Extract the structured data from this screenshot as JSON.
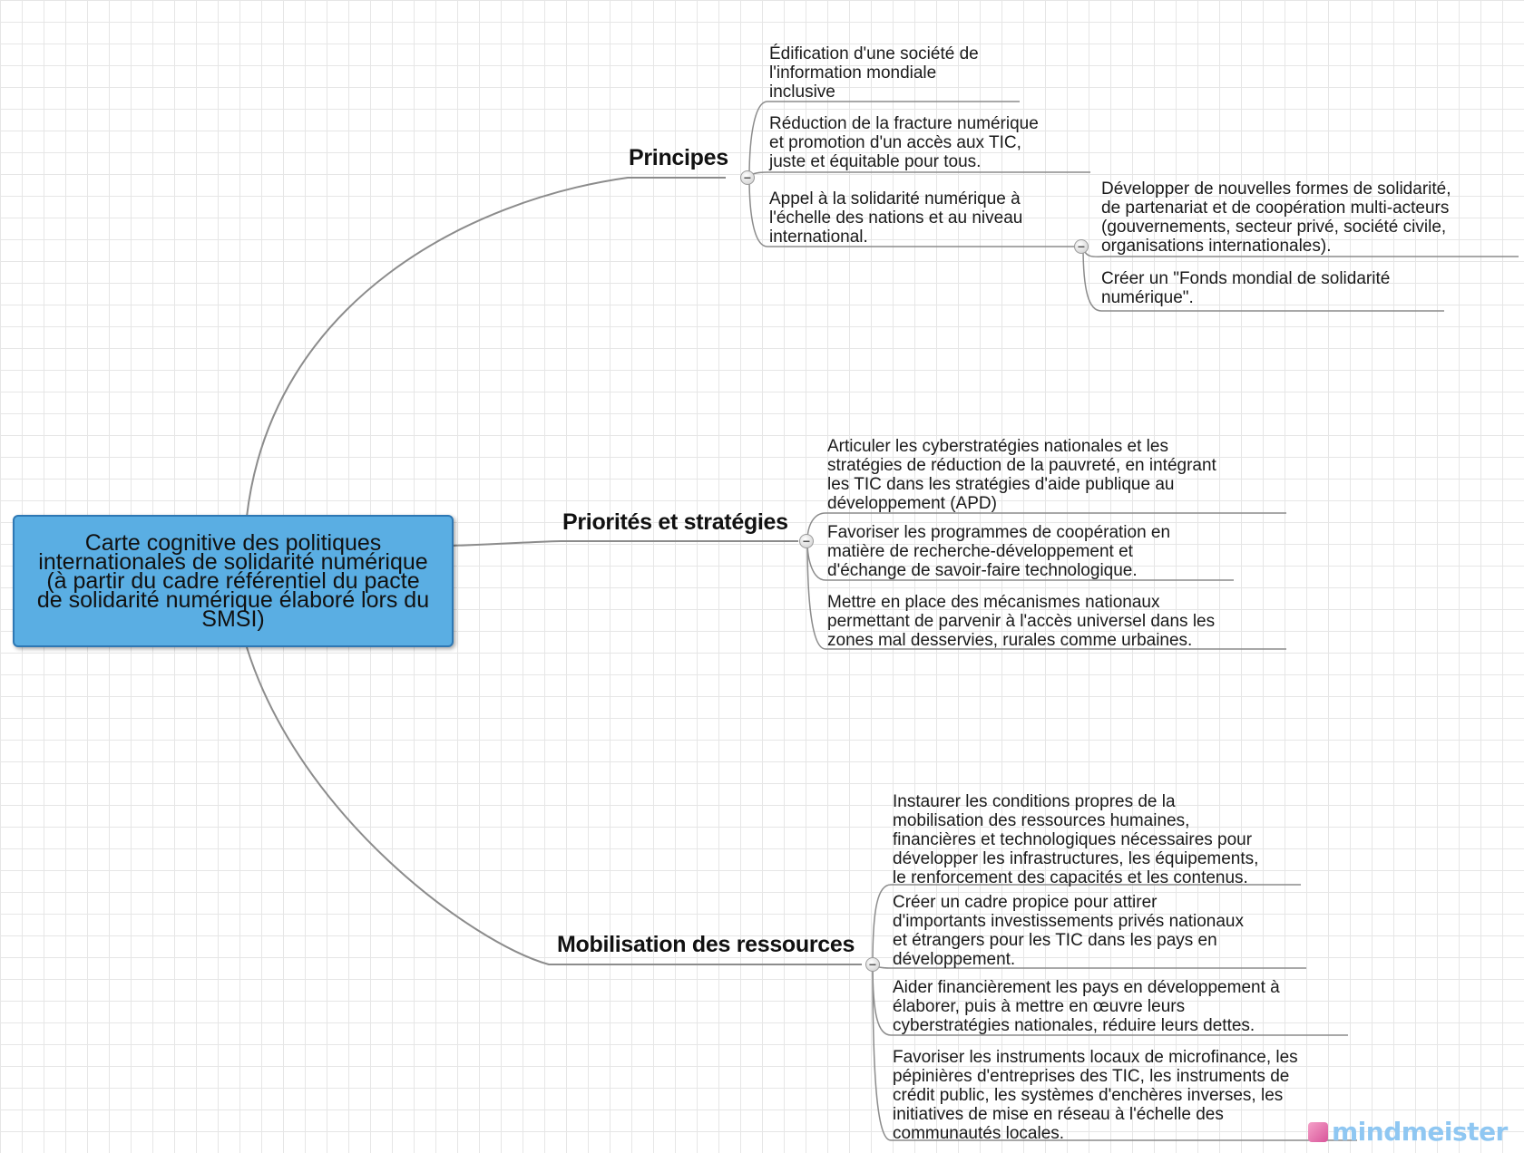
{
  "central_topic": "Carte cognitive des politiques\ninternationales de solidarité numérique\n (à partir du cadre référentiel du  pacte\nde solidarité numérique élaboré lors du\nSMSI)",
  "branches": [
    {
      "label": "Principes",
      "children": [
        "Édification d'une société de\nl'information mondiale\ninclusive",
        "Réduction de la fracture numérique\net promotion d'un accès aux TIC,\njuste et équitable pour tous.",
        "Appel à la solidarité numérique à\nl'échelle des nations et au niveau\ninternational."
      ],
      "subchildren": [
        "Développer de nouvelles formes de solidarité,\nde partenariat et de coopération multi-acteurs\n(gouvernements, secteur privé, société civile,\norganisations internationales).",
        "Créer un \"Fonds mondial de solidarité\nnumérique\"."
      ]
    },
    {
      "label": "Priorités et stratégies",
      "children": [
        "Articuler les cyberstratégies nationales et les\nstratégies de réduction de la pauvreté, en intégrant\nles TIC dans les stratégies d'aide publique au\ndéveloppement (APD)",
        "Favoriser les programmes de coopération en\nmatière de recherche-développement et\nd'échange de savoir-faire technologique.",
        "Mettre en place des mécanismes nationaux\npermettant de parvenir à l'accès universel dans les\nzones mal desservies, rurales comme urbaines."
      ]
    },
    {
      "label": "Mobilisation des ressources",
      "children": [
        "Instaurer les conditions propres de la\nmobilisation des ressources humaines,\nfinancières et technologiques nécessaires pour\ndévelopper les infrastructures, les équipements,\nle renforcement des capacités et les contenus.",
        "Créer un cadre propice pour attirer\nd'importants investissements privés nationaux\net étrangers pour les TIC dans les pays en\ndéveloppement.",
        "Aider financièrement les pays en développement à\nélaborer, puis à mettre en œuvre leurs\ncyberstratégies nationales, réduire leurs dettes.",
        "Favoriser les instruments locaux de microfinance, les\npépinières d'entreprises des TIC, les instruments de\ncrédit public, les systèmes d'enchères inverses, les\ninitiatives de mise en réseau à l'échelle des\ncommunautés locales."
      ]
    }
  ],
  "collapse_symbol": "−",
  "watermark": "mindmeister"
}
